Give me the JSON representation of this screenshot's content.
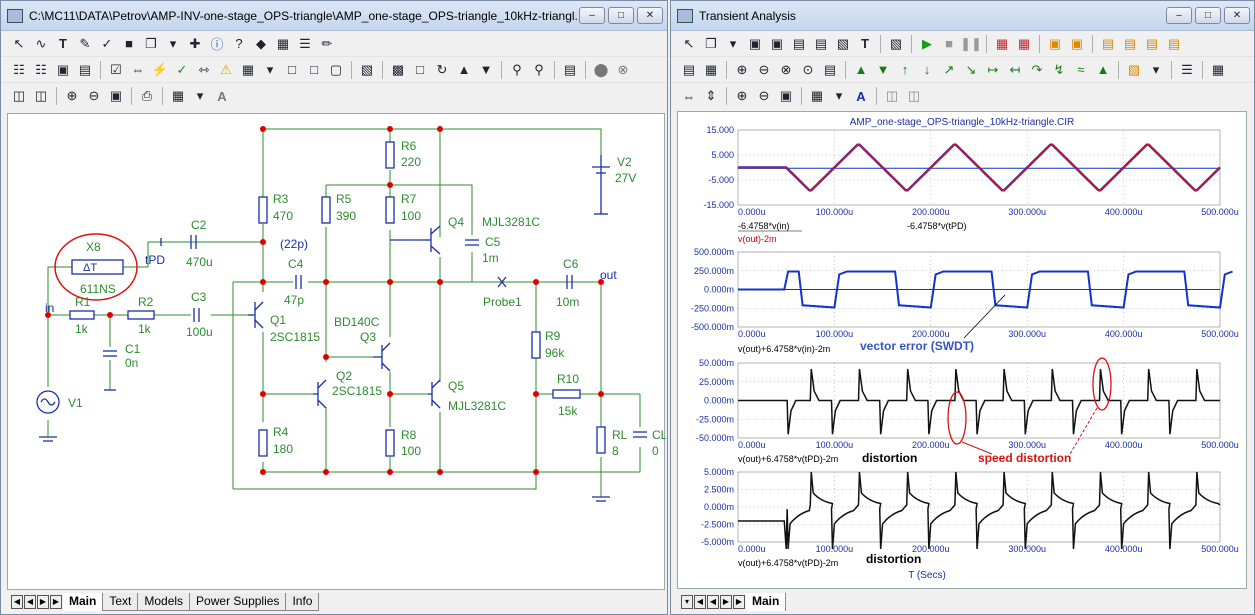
{
  "left_window": {
    "title": "C:\\MC11\\DATA\\Petrov\\AMP-INV-one-stage_OPS-triangle\\AMP_one-stage_OPS-triangle_10kHz-triangl...",
    "tabs": [
      "Main",
      "Text",
      "Models",
      "Power Supplies",
      "Info"
    ],
    "active_tab": "Main"
  },
  "right_window": {
    "title": "Transient Analysis",
    "tabs": [
      "Main"
    ],
    "active_tab": "Main"
  },
  "schematic": {
    "components": [
      {
        "name": "X8",
        "value": "611NS"
      },
      {
        "name": "R1",
        "value": "1k"
      },
      {
        "name": "R2",
        "value": "1k"
      },
      {
        "name": "C1",
        "value": "0n"
      },
      {
        "name": "V1",
        "value": ""
      },
      {
        "name": "C2",
        "value": "470u"
      },
      {
        "name": "C3",
        "value": "100u"
      },
      {
        "name": "R3",
        "value": "470"
      },
      {
        "name": "C4",
        "value": "47p"
      },
      {
        "name": "Q1",
        "value": "2SC1815"
      },
      {
        "name": "R4",
        "value": "180"
      },
      {
        "name": "R5",
        "value": "390"
      },
      {
        "name": "R6",
        "value": "220"
      },
      {
        "name": "R7",
        "value": "100"
      },
      {
        "name": "Q2",
        "value": "2SC1815"
      },
      {
        "name": "Q3",
        "value": "BD140C"
      },
      {
        "name": "R8",
        "value": "100"
      },
      {
        "name": "Q4",
        "value": "MJL3281C"
      },
      {
        "name": "C5",
        "value": "1m"
      },
      {
        "name": "Q5",
        "value": "MJL3281C"
      },
      {
        "name": "C6",
        "value": "10m"
      },
      {
        "name": "R9",
        "value": "96k"
      },
      {
        "name": "R10",
        "value": "15k"
      },
      {
        "name": "RL",
        "value": "8"
      },
      {
        "name": "CL",
        "value": "0"
      },
      {
        "name": "V2",
        "value": "27V"
      }
    ],
    "labels": {
      "in": "in",
      "tpd": "tPD",
      "out": "out",
      "probe": "Probe1",
      "c4_note": "(22p)",
      "x8_symbol": "ΔT"
    }
  },
  "plots": {
    "title": "AMP_one-stage_OPS-triangle_10kHz-triangle.CIR",
    "x_ticks": [
      "0.000u",
      "100.000u",
      "200.000u",
      "300.000u",
      "400.000u",
      "500.000u"
    ],
    "x_axis_label": "T (Secs)",
    "panels": [
      {
        "y_ticks": [
          "15.000",
          "5.000",
          "-5.000",
          "-15.000"
        ],
        "captions": [
          "-6.4758*v(in)",
          "v(out)-2m",
          "-6.4758*v(tPD)"
        ],
        "caption_colors": [
          "#000000",
          "#cc0000",
          "#000000"
        ]
      },
      {
        "y_ticks": [
          "500.000m",
          "250.000m",
          "0.000m",
          "-250.000m",
          "-500.000m"
        ],
        "captions": [
          "v(out)+6.4758*v(in)-2m"
        ],
        "annotation": "vector error (SWDT)",
        "annotation_color": "#3355cc"
      },
      {
        "y_ticks": [
          "50.000m",
          "25.000m",
          "0.000m",
          "-25.000m",
          "-50.000m"
        ],
        "captions": [
          "v(out)+6.4758*v(tPD)-2m"
        ],
        "annotation_black": "distortion",
        "annotation_red": "speed distortion"
      },
      {
        "y_ticks": [
          "5.000m",
          "2.500m",
          "0.000m",
          "-2.500m",
          "-5.000m"
        ],
        "captions": [
          "v(out)+6.4758*v(tPD)-2m"
        ],
        "annotation_black": "distortion"
      }
    ]
  },
  "colors": {
    "wire": "#2e8b2e",
    "component": "#1a2fa8",
    "node": "#e00000",
    "trace_red": "#dd1111",
    "trace_blue": "#1133cc",
    "trace_black": "#111111"
  }
}
